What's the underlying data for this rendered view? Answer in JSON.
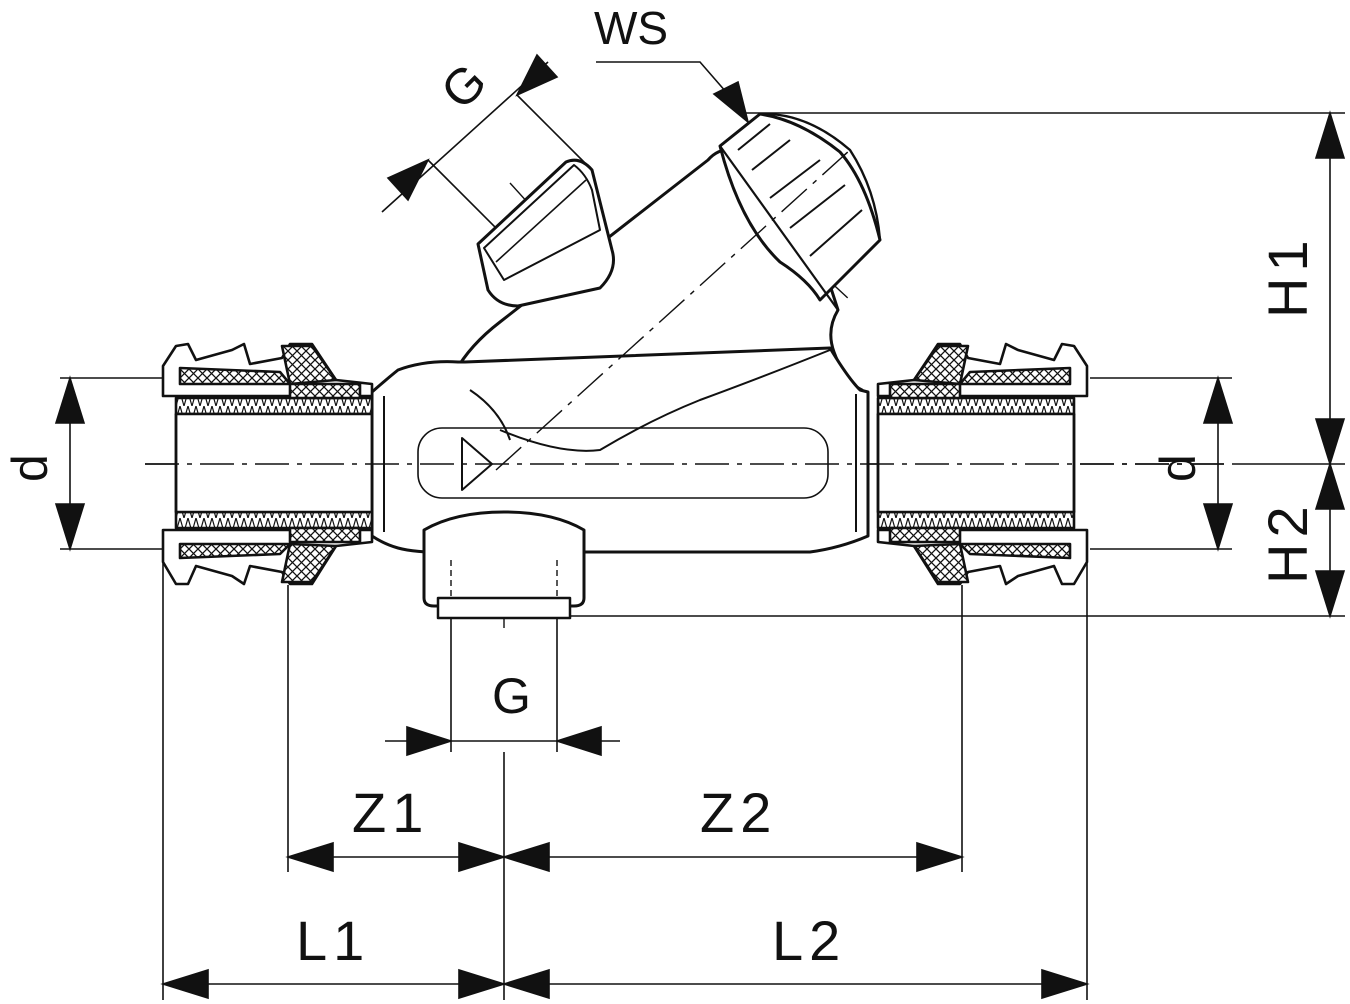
{
  "labels": {
    "ws": "WS",
    "g_top": "G",
    "g_bottom": "G",
    "h1": "H1",
    "h2": "H2",
    "d_left": "d",
    "d_right": "d",
    "z1": "Z1",
    "z2": "Z2",
    "l1": "L1",
    "l2": "L2"
  },
  "colors": {
    "ink": "#111111",
    "body_fill": "#ffffff",
    "hatch": "#111111"
  }
}
